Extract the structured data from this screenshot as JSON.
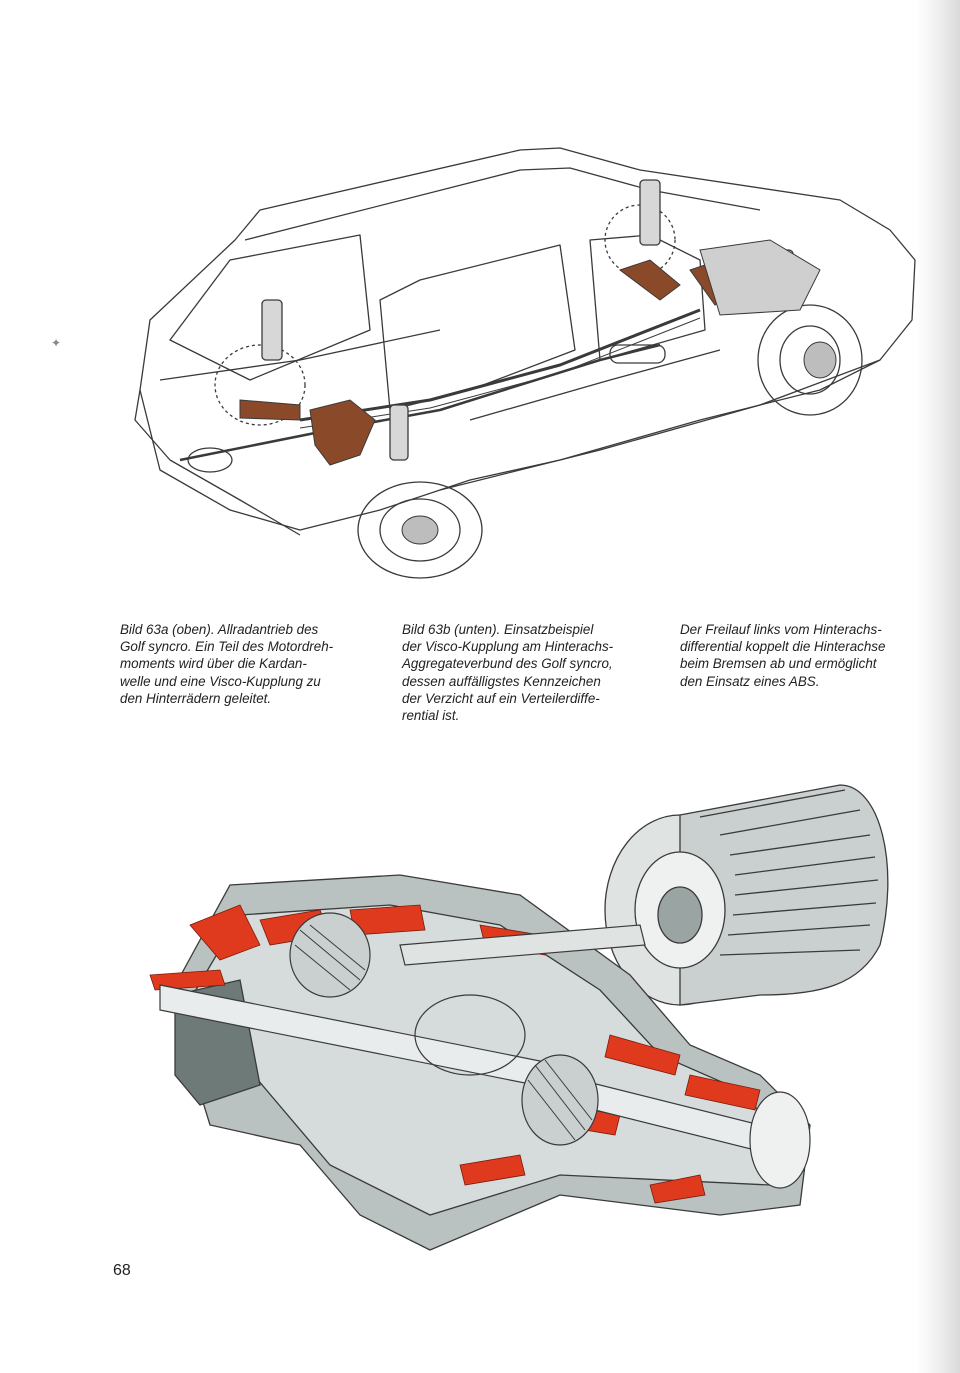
{
  "figures": {
    "car": {
      "icon": "golf-syncro-cutaway-illustration"
    },
    "rear_axle": {
      "icon": "rear-axle-visco-coupling-cutaway-illustration"
    }
  },
  "captions": [
    {
      "text": "Bild 63a (oben). Allradantrieb des\nGolf syncro. Ein Teil des Motordreh-\nmoments wird über die Kardan-\nwelle und eine Visco-Kupplung zu\nden Hinterrädern geleitet."
    },
    {
      "text": "Bild 63b (unten). Einsatzbeispiel\nder Visco-Kupplung am Hinterachs-\nAggregateverbund des Golf syncro,\ndessen auffälligstes Kennzeichen\nder Verzicht auf ein Verteilerdiffe-\nrential ist."
    },
    {
      "text": "Der Freilauf links vom Hinterachs-\ndifferential koppelt die Hinterachse\nbeim Bremsen ab und ermöglicht\nden Einsatz eines ABS."
    }
  ],
  "page_number": "68",
  "colors": {
    "line": "#3a3a3a",
    "cutaway_red": "#e03a1e",
    "metal_gray": "#b9c2c0",
    "metal_dark": "#6e7a78",
    "bronze": "#8a4a2a"
  }
}
